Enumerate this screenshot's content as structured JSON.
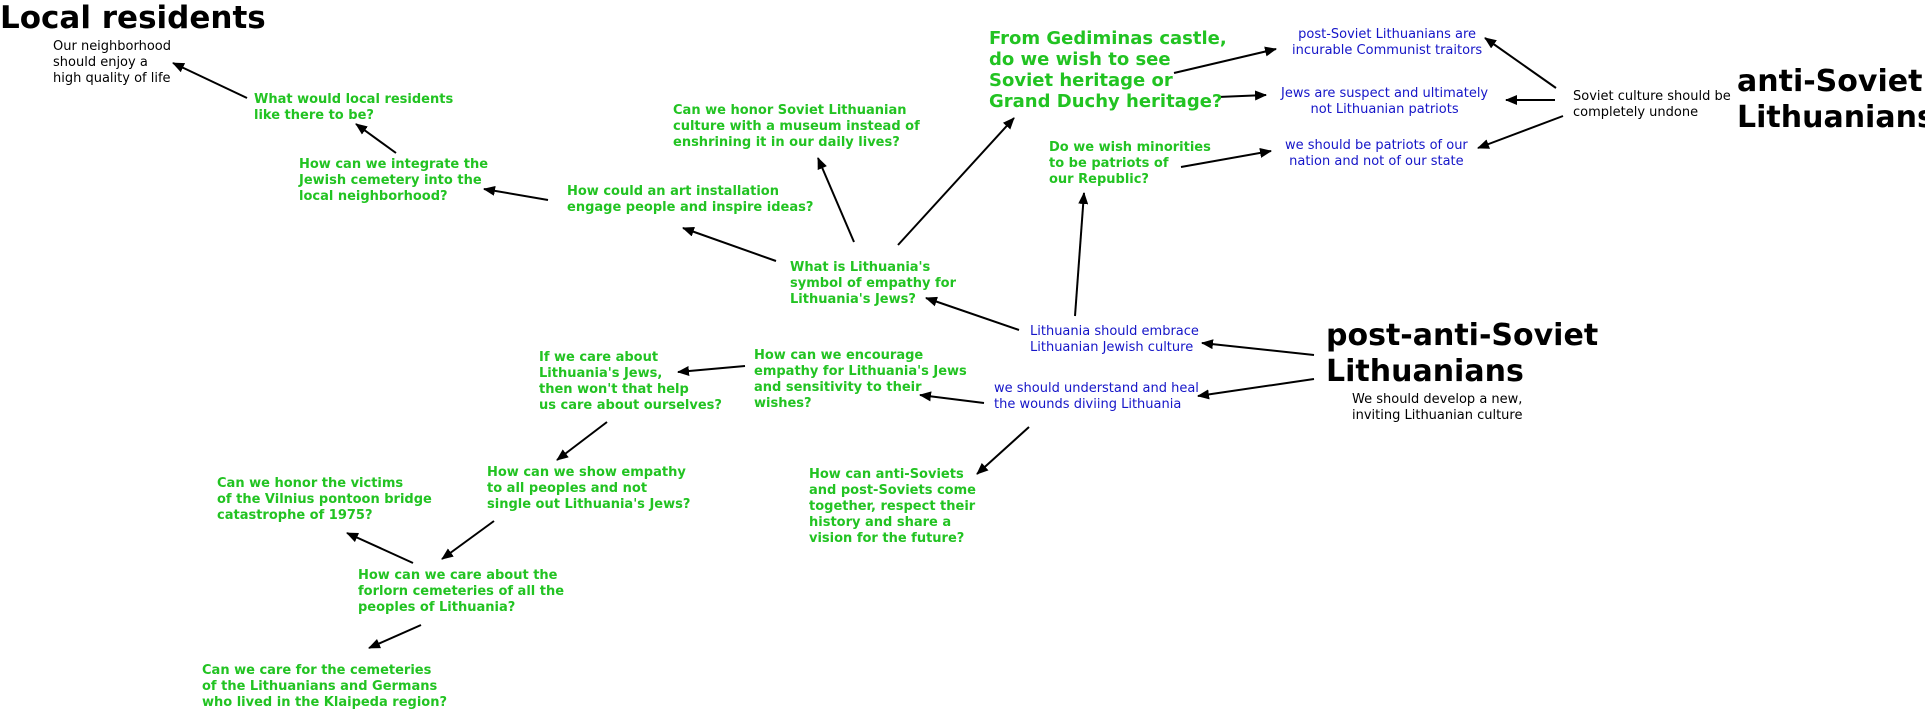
{
  "colors": {
    "question": "#22c322",
    "belief": "#1515c8",
    "heading": "#000000",
    "arrow": "#000000"
  },
  "groups": {
    "local": {
      "heading": "Local residents",
      "desc": "Our neighborhood\nshould enjoy a\nhigh quality of life"
    },
    "anti_soviet": {
      "heading": "anti-Soviet\nLithuanians",
      "desc": "Soviet culture should be\ncompletely undone"
    },
    "post_anti_soviet": {
      "heading": "post-anti-Soviet\nLithuanians",
      "desc": "We should develop a new,\ninviting Lithuanian culture"
    }
  },
  "beliefs": {
    "incurable_traitors": "post-Soviet Lithuanians are\nincurable Communist traitors",
    "jews_suspect": "Jews are suspect and ultimately\nnot Lithuanian patriots",
    "patriots_nation": "we should be patriots of our\nnation and not of our state",
    "embrace_jewish": "Lithuania should embrace\nLithuanian Jewish culture",
    "heal_wounds": "we should understand and heal\nthe wounds diviing Lithuania"
  },
  "questions": {
    "gediminas": "From Gediminas castle,\ndo we wish to see\nSoviet heritage or\nGrand Duchy heritage?",
    "minorities": "Do we wish minorities\nto be patriots of\nour Republic?",
    "local_like": "What would local residents\nlike there to be?",
    "integrate_cemetery": "How can we integrate the\nJewish cemetery into the\nlocal neighborhood?",
    "museum": "Can we honor Soviet Lithuanian\nculture with a museum instead of\nenshrining it in our daily lives?",
    "art_installation": "How could an art installation\nengage people and inspire ideas?",
    "symbol_empathy": "What is Lithuania's\nsymbol of empathy for\nLithuania's Jews?",
    "encourage_empathy": "How can we encourage\nempathy for Lithuania's Jews\nand sensitivity to their\nwishes?",
    "care_ourselves": "If we care about\nLithuania's Jews,\nthen won't that help\nus care about ourselves?",
    "all_peoples": "How can we show empathy\nto all peoples and not\nsingle out Lithuania's Jews?",
    "pontoon": "Can we honor the victims\nof the Vilnius pontoon bridge\ncatastrophe of 1975?",
    "forlorn_cemeteries": "How can we care about the\nforlorn cemeteries of all the\npeoples of Lithuania?",
    "klaipeda": "Can we care for the cemeteries\nof the Lithuanians and Germans\nwho lived in the Klaipeda region?",
    "come_together": "How can anti-Soviets\nand post-Soviets come\ntogether, respect their\nhistory and share a\nvision for the future?"
  }
}
